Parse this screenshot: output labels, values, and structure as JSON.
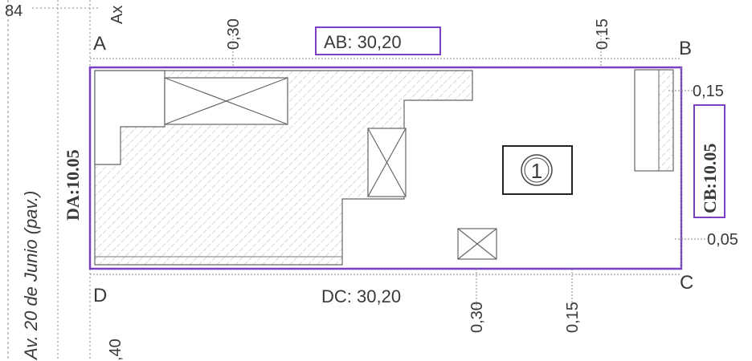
{
  "corners": {
    "a": "A",
    "b": "B",
    "c": "C",
    "d": "D"
  },
  "dimensions": {
    "ab": "AB: 30,20",
    "dc": "DC: 30,20",
    "da": "DA:10.05",
    "cb": "CB:10.05"
  },
  "setbacks": {
    "top_030": "0,30",
    "top_015": "0,15",
    "right_015": "0,15",
    "right_005": "0,05",
    "bottom_030": "0,30",
    "bottom_015": "0,15"
  },
  "street": "Av. 20 de Junio (pav.)",
  "edge_labels": {
    "top_left": "84",
    "top_axis": "Ax",
    "bottom_left": ",40"
  },
  "lot_number": "1",
  "colors": {
    "boundary": "#7b3fc4",
    "lines": "#555555",
    "text": "#3a3a3a"
  }
}
